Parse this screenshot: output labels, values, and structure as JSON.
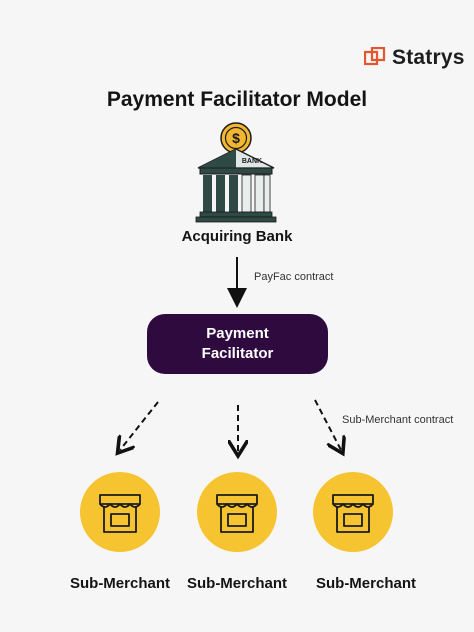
{
  "brand": {
    "name": "Statrys"
  },
  "title": "Payment Facilitator Model",
  "bank": {
    "label": "Acquiring Bank",
    "sign": "BANK",
    "coin_symbol": "$"
  },
  "payfac_contract_label": "PayFac contract",
  "payfac": {
    "label": "Payment Facilitator"
  },
  "sub_merchant_contract_label": "Sub-Merchant contract",
  "merchants": [
    {
      "label": "Sub-Merchant"
    },
    {
      "label": "Sub-Merchant"
    },
    {
      "label": "Sub-Merchant"
    }
  ],
  "colors": {
    "payfac_box": "#2e0a3f",
    "merchant_circle": "#f6c431",
    "bank_dark": "#2f4a44",
    "coin": "#f2b632",
    "logo_accent": "#e4572e"
  }
}
